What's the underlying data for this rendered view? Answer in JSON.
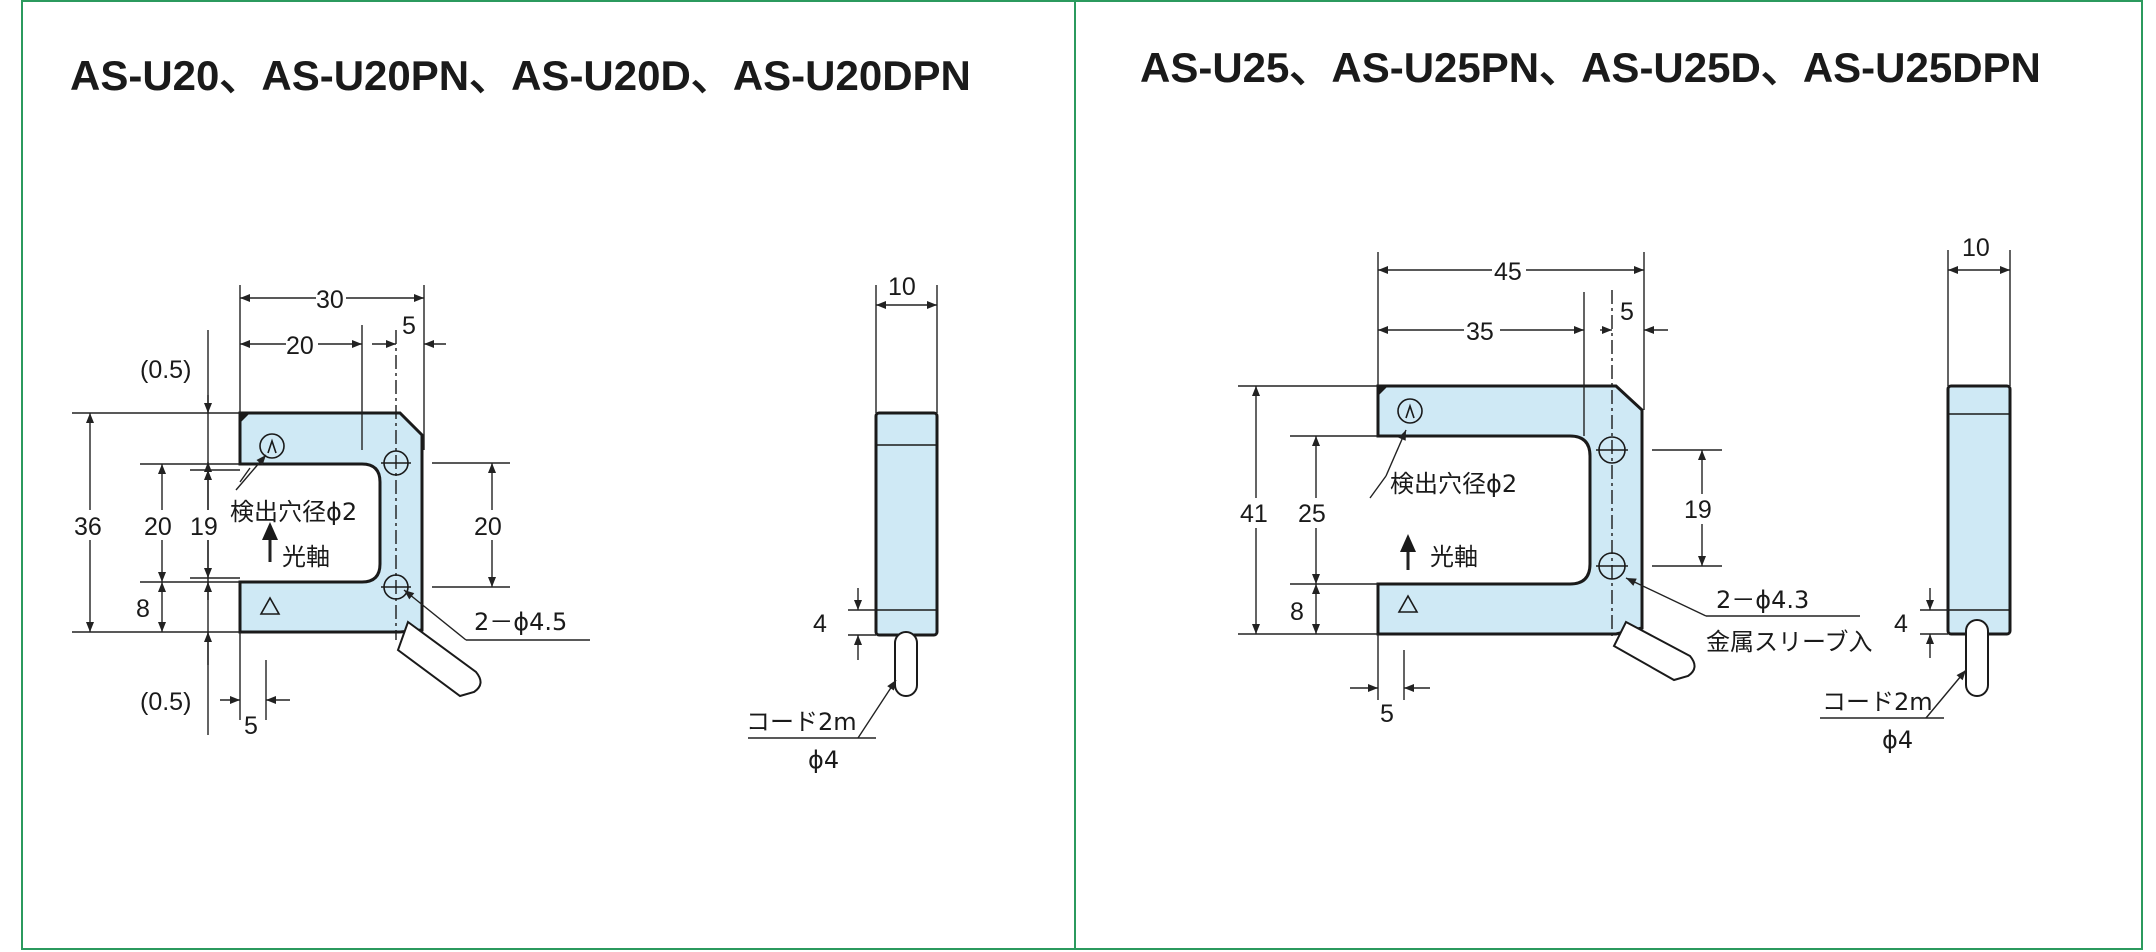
{
  "colors": {
    "frame": "#2b9a5e",
    "body_fill": "#cfe9f5",
    "ink": "#1a1a1a"
  },
  "left_panel": {
    "title": "AS-U20、AS-U20PN、AS-U20D、AS-U20DPN",
    "dims": {
      "width_30": "30",
      "gap_20": "20",
      "offset_5": "5",
      "clear_top": "(0.5)",
      "clear_bottom": "(0.5)",
      "height_36": "36",
      "slot_20": "20",
      "slot_19": "19",
      "bottom_8": "8",
      "holes_20": "20",
      "bottom_5": "5",
      "side_10": "10",
      "side_4": "4"
    },
    "notes": {
      "detect_hole": "検出穴径ϕ2",
      "optical_axis": "光軸",
      "mount_holes": "2－ϕ4.5",
      "cord": "コード2m",
      "cord_dia": "ϕ4"
    }
  },
  "right_panel": {
    "title": "AS-U25、AS-U25PN、AS-U25D、AS-U25DPN",
    "dims": {
      "width_45": "45",
      "gap_35": "35",
      "offset_5": "5",
      "height_41": "41",
      "slot_25": "25",
      "bottom_8": "8",
      "holes_19": "19",
      "bottom_5": "5",
      "side_10": "10",
      "side_4": "4"
    },
    "notes": {
      "detect_hole": "検出穴径ϕ2",
      "optical_axis": "光軸",
      "mount_holes": "2－ϕ4.3",
      "sleeve": "金属スリーブ入",
      "cord": "コード2m",
      "cord_dia": "ϕ4"
    }
  }
}
